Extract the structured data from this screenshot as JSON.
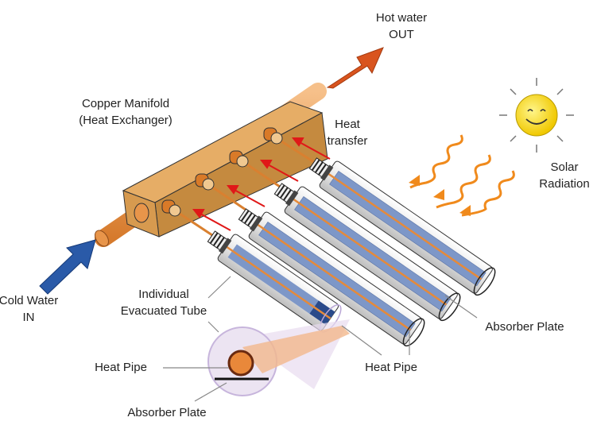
{
  "labels": {
    "hot_water": [
      "Hot water",
      "OUT"
    ],
    "manifold": [
      "Copper Manifold",
      "(Heat Exchanger)"
    ],
    "heat_transfer": [
      "Heat",
      "transfer"
    ],
    "solar": [
      "Solar",
      "Radiation"
    ],
    "cold_water": [
      "Cold Water",
      "IN"
    ],
    "tube": [
      "Individual",
      "Evacuated Tube"
    ],
    "heat_pipe_left": "Heat Pipe",
    "heat_pipe_right": "Heat Pipe",
    "absorber_bottom": "Absorber Plate",
    "absorber_right": "Absorber Plate"
  },
  "colors": {
    "copper": "#d89a4a",
    "hot_arrow": "#d9541e",
    "cold_arrow": "#2a5aa8",
    "heat_arrow": "#e01818",
    "solar_wave": "#f08a1c",
    "absorber": "#7d97c8",
    "sun": "#f7e03a"
  }
}
